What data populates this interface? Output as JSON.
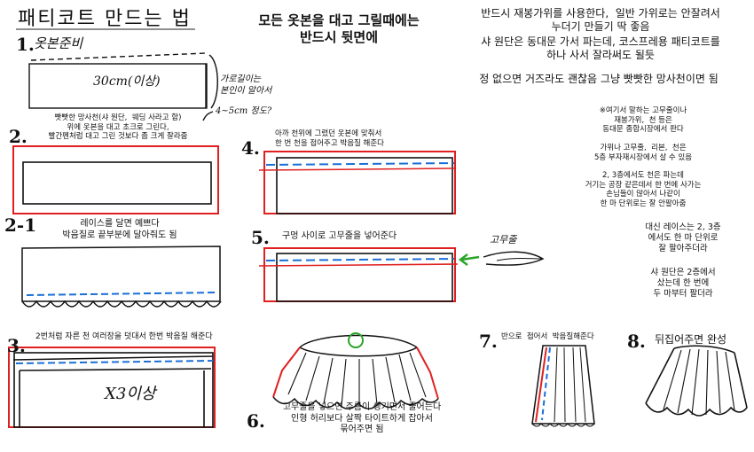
{
  "title": "패티코트 만드는 법",
  "header_warning": "모든 옷본을 대고 그릴때에는\n반드시 뒷면에",
  "intro": {
    "line1": "반드시 재봉가위를 사용한다,  일반 가위로는 안잘려서\n누더기 만들기 딱 좋음",
    "line2": "샤 원단은 동대문 가서 파는데, 코스프레용 패티코트를\n하나 사서 잘라써도 될듯",
    "line3": "정 없으면 거즈라도 괜찮음 그냥 빳빳한 망사천이면 됨"
  },
  "step1": {
    "num": "1.",
    "title": "옷본준비",
    "measure": "30cm(이상)",
    "side_note": "가로길이는\n본인이 알아서",
    "height_note": "4~5cm 정도?"
  },
  "step2": {
    "num": "2.",
    "text": "빳빳한 망사천(샤 원단,  웨딩 사라고 함)\n위에 옷본을 대고 초크로 그린다,\n빨간펜처럼 대고 그린 것보다 좀 크게 잘라줌"
  },
  "step2_1": {
    "num": "2-1",
    "text": "레이스를 달면 예쁘다\n박음질로 끝부분에 달아줘도 됨"
  },
  "step3": {
    "num": "3.",
    "text": "2번처럼 자른 천 여러장을 덧대서 한번 박음질 해준다",
    "multiplier": "X3이상"
  },
  "step4": {
    "num": "4.",
    "text": "아까 천위에 그렸던 옷본에 맞춰서\n한 번 천을 접어주고 박음질 해준다"
  },
  "step5": {
    "num": "5.",
    "text": "구멍 사이로 고무줄을 넣어준다",
    "elastic_label": "고무줄"
  },
  "step6": {
    "num": "6.",
    "text": "고무줄을 넣으면 주름이 생기면서 줄어든다\n인형 허리보다 살짝 타이트하게 잡아서\n묶어주면 됨"
  },
  "step7": {
    "num": "7.",
    "text": "반으로  접어서  박음질해준다"
  },
  "step8": {
    "num": "8.",
    "text": "뒤집어주면 완성"
  },
  "side_notes": {
    "note1": "※여기서 말하는 고무줄이나\n재봉가위,  천 등은\n동대문 종합시장에서 판다",
    "note2": "가위나 고무줄,  리본,  천은\n5층 부자재시장에서 살 수 있음",
    "note3": "2, 3층에서도 천은 파는데\n거기는 공장 같은데서 한 번에 사가는\n손님들이 많아서 나같이\n한 마 단위로는 잘 안팔아줌",
    "note4": "대신 레이스는 2, 3층\n에서도 한 마 단위로\n잘 팔아주더라",
    "note5": "샤 원단은 2층에서\n샀는데 한 번에\n두 마부터 팔더라"
  },
  "colors": {
    "ink": "#111111",
    "red": "#e02020",
    "blue": "#1a6fd6",
    "green": "#2aa42a"
  }
}
